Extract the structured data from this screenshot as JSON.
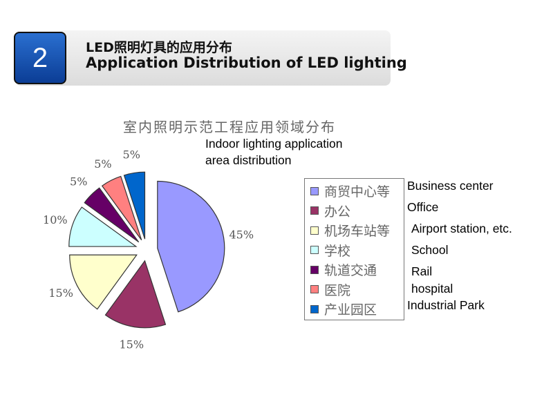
{
  "header": {
    "number": "2",
    "title_cn": "LED照明灯具的应用分布",
    "title_en": "Application Distribution of LED lighting"
  },
  "chart_data": {
    "type": "pie",
    "title": "室内照明示范工程应用领域分布",
    "title_en_line1": "Indoor lighting application",
    "title_en_line2": "area distribution",
    "legend_placement": "right",
    "slices": [
      {
        "label": "商贸中心等",
        "label_en": "Business center",
        "value": 45,
        "display": "45%",
        "color": "#9999ff"
      },
      {
        "label": "办公",
        "label_en": "Office",
        "value": 15,
        "display": "15%",
        "color": "#993366"
      },
      {
        "label": "机场车站等",
        "label_en": "Airport station, etc.",
        "value": 15,
        "display": "15%",
        "color": "#ffffcc"
      },
      {
        "label": "学校",
        "label_en": "School",
        "value": 10,
        "display": "10%",
        "color": "#ccffff"
      },
      {
        "label": "轨道交通",
        "label_en": "Rail",
        "value": 5,
        "display": "5%",
        "color": "#660066"
      },
      {
        "label": "医院",
        "label_en": "hospital",
        "value": 5,
        "display": "5%",
        "color": "#ff8080"
      },
      {
        "label": "产业园区",
        "label_en": "Industrial Park",
        "value": 5,
        "display": "5%",
        "color": "#0066cc"
      }
    ]
  }
}
